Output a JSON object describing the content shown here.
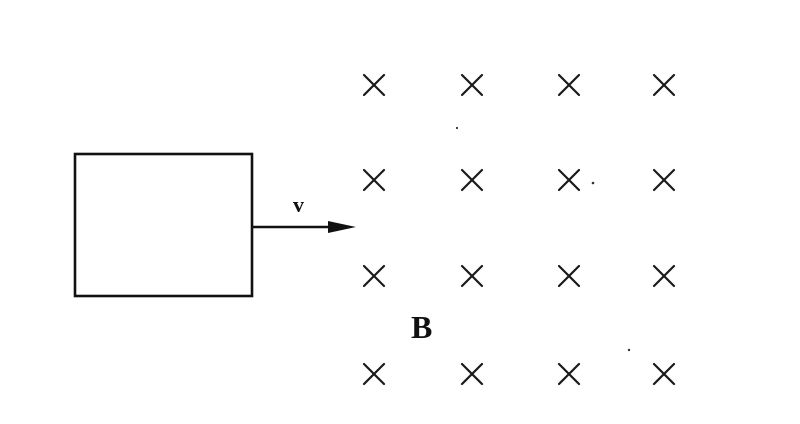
{
  "diagram": {
    "loop": {
      "label": ""
    },
    "velocity": {
      "label": "v"
    },
    "field": {
      "label": "B",
      "rows": 4,
      "cols": 4,
      "symbol": "×"
    },
    "colors": {
      "ink": "#111111",
      "background": "#ffffff"
    }
  }
}
